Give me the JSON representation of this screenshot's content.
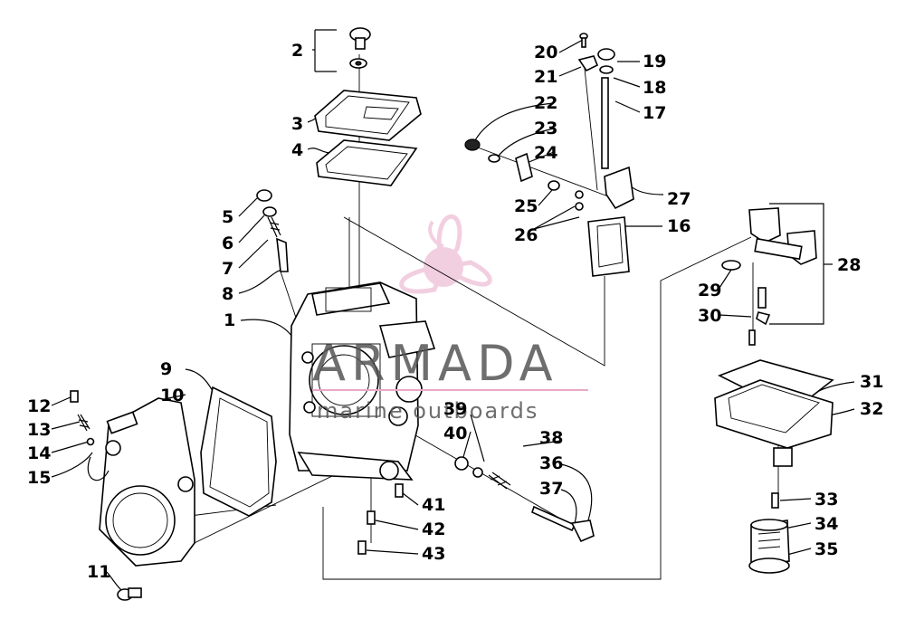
{
  "watermark": {
    "brand": "ARMADA",
    "tagline": "marine outboards",
    "logo_color": "#e9a8c8",
    "text_color": "#555555"
  },
  "callouts": {
    "c1": "1",
    "c2": "2",
    "c3": "3",
    "c4": "4",
    "c5": "5",
    "c6": "6",
    "c7": "7",
    "c8": "8",
    "c9": "9",
    "c10": "10",
    "c11": "11",
    "c12": "12",
    "c13": "13",
    "c14": "14",
    "c15": "15",
    "c16": "16",
    "c17": "17",
    "c18": "18",
    "c19": "19",
    "c20": "20",
    "c21": "21",
    "c22": "22",
    "c23": "23",
    "c24": "24",
    "c25": "25",
    "c26": "26",
    "c27": "27",
    "c28": "28",
    "c29": "29",
    "c30": "30",
    "c31": "31",
    "c32": "32",
    "c33": "33",
    "c34": "34",
    "c35": "35",
    "c36": "36",
    "c37": "37",
    "c38": "38",
    "c39": "39",
    "c40": "40",
    "c41": "41",
    "c42": "42",
    "c43": "43"
  }
}
